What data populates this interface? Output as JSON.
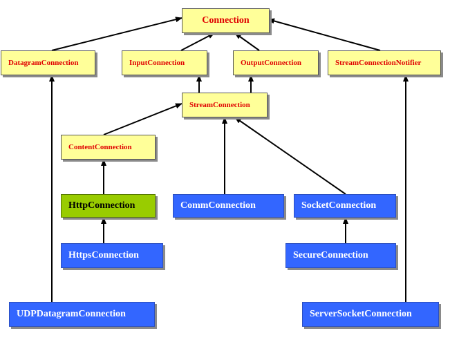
{
  "nodes": {
    "connection": {
      "label": "Connection",
      "kind": "interface"
    },
    "datagram_connection": {
      "label": "DatagramConnection",
      "kind": "interface"
    },
    "input_connection": {
      "label": "InputConnection",
      "kind": "interface"
    },
    "output_connection": {
      "label": "OutputConnection",
      "kind": "interface"
    },
    "stream_connection_notifier": {
      "label": "StreamConnectionNotifier",
      "kind": "interface"
    },
    "stream_connection": {
      "label": "StreamConnection",
      "kind": "interface"
    },
    "content_connection": {
      "label": "ContentConnection",
      "kind": "interface"
    },
    "http_connection": {
      "label": "HttpConnection",
      "kind": "highlighted"
    },
    "comm_connection": {
      "label": "CommConnection",
      "kind": "class"
    },
    "socket_connection": {
      "label": "SocketConnection",
      "kind": "class"
    },
    "https_connection": {
      "label": "HttpsConnection",
      "kind": "class"
    },
    "secure_connection": {
      "label": "SecureConnection",
      "kind": "class"
    },
    "udp_datagram_connection": {
      "label": "UDPDatagramConnection",
      "kind": "class"
    },
    "server_socket_connection": {
      "label": "ServerSocketConnection",
      "kind": "class"
    }
  },
  "edges": [
    [
      "datagram_connection",
      "connection"
    ],
    [
      "input_connection",
      "connection"
    ],
    [
      "output_connection",
      "connection"
    ],
    [
      "stream_connection_notifier",
      "connection"
    ],
    [
      "stream_connection",
      "input_connection"
    ],
    [
      "stream_connection",
      "output_connection"
    ],
    [
      "content_connection",
      "stream_connection"
    ],
    [
      "comm_connection",
      "stream_connection"
    ],
    [
      "socket_connection",
      "stream_connection"
    ],
    [
      "http_connection",
      "content_connection"
    ],
    [
      "https_connection",
      "http_connection"
    ],
    [
      "secure_connection",
      "socket_connection"
    ],
    [
      "udp_datagram_connection",
      "datagram_connection"
    ],
    [
      "server_socket_connection",
      "stream_connection_notifier"
    ]
  ],
  "colors": {
    "interface_fill": "#ffff99",
    "interface_text": "#e00000",
    "class_fill": "#3366ff",
    "class_text": "#ffffff",
    "highlight_fill": "#99cc00",
    "edge": "#000000"
  }
}
